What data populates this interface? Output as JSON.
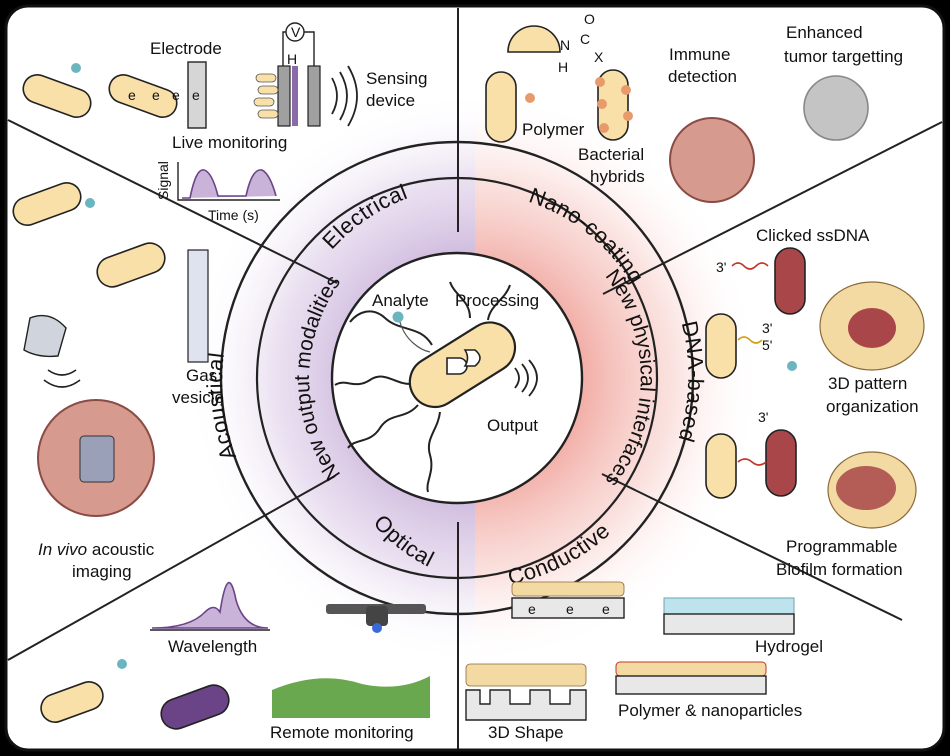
{
  "center": {
    "analyte": "Analyte",
    "processing": "Processing",
    "output": "Output"
  },
  "inner_ring": {
    "left": "New output modalities",
    "right": "New physical interfaces"
  },
  "outer_ring": {
    "electrical": "Electrical",
    "acoustical": "Acoustical",
    "optical": "Optical",
    "nano_coating": "Nano-coating",
    "dna_based": "DNA-based",
    "conductive": "Conductive"
  },
  "electrical_panel": {
    "electrode": "Electrode",
    "sensing_device": [
      "Sensing",
      "device"
    ],
    "live_monitoring": "Live monitoring",
    "signal_axis": "Signal",
    "time_axis": "Time (s)",
    "e_minus": "e",
    "h_plus": "H",
    "voltmeter": "V"
  },
  "acoustical_panel": {
    "gas_vesicle": [
      "Gas",
      "vesicle"
    ],
    "in_vivo_italic": "In vivo",
    "in_vivo_rest": " acoustic",
    "imaging": "imaging"
  },
  "optical_panel": {
    "wavelength": "Wavelength",
    "remote_monitoring": "Remote monitoring"
  },
  "nano_panel": {
    "chem_n": "N",
    "chem_h": "H",
    "chem_c": "C",
    "chem_o": "O",
    "chem_x": "X",
    "polymer": "Polymer",
    "bacterial_hybrids": [
      "Bacterial",
      "hybrids"
    ],
    "immune_detection": [
      "Immune",
      "detection"
    ],
    "enhanced_tumor": [
      "Enhanced",
      "tumor targetting"
    ]
  },
  "dna_panel": {
    "clicked_ssdna": "Clicked ssDNA",
    "three_prime": "3'",
    "five_prime": "5'",
    "pattern": [
      "3D pattern",
      "organization"
    ],
    "biofilm": [
      "Programmable",
      "Biofilm formation"
    ]
  },
  "conductive_panel": {
    "hydrogel": "Hydrogel",
    "shape_3d": "3D Shape",
    "polymer_np": "Polymer & nanoparticles"
  },
  "colors": {
    "purple_glow": "#c9b3d9",
    "pink_glow": "#f2b3ad",
    "bacterium": "#f8e0a8",
    "bacterium_stroke": "#3a3a3a",
    "red_bacterium": "#a8464a",
    "dark_purple": "#6b4488",
    "teal_dot": "#6ab5c0"
  }
}
